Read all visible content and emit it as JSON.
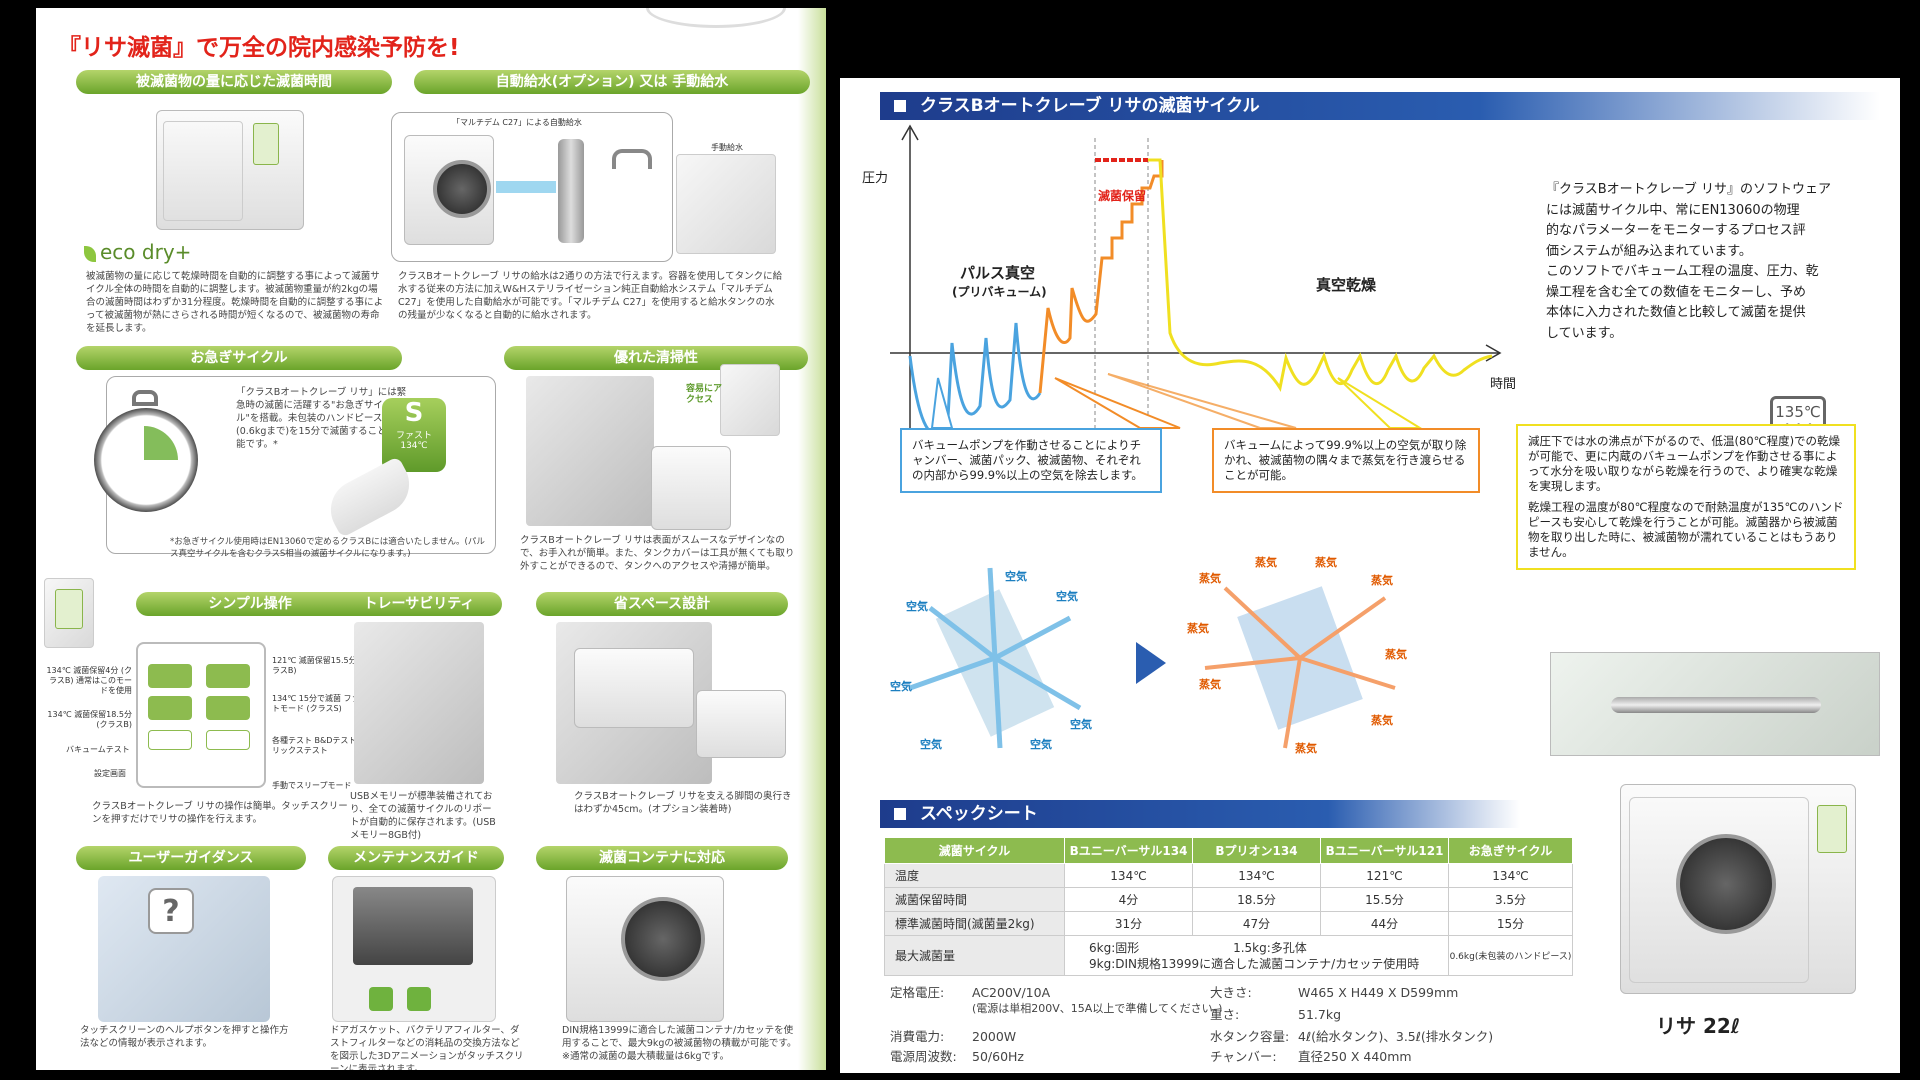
{
  "left_page": {
    "headline": "『リサ滅菌』で万全の院内感染予防を!",
    "sections": {
      "drying_time": {
        "title": "被滅菌物の量に応じた滅菌時間",
        "logo": "eco dry+",
        "text": "被滅菌物の量に応じて乾燥時間を自動的に調整する事によって滅菌サイクル全体の時間を自動的に調整します。被滅菌物重量が約2kgの場合の滅菌時間はわずか31分程度。乾燥時間を自動的に調整する事によって被滅菌物が熱にさらされる時間が短くなるので、被滅菌物の寿命を延長します。"
      },
      "water_supply": {
        "title": "自動給水(オプション) 又は 手動給水",
        "auto_caption": "「マルチデム C27」による自動給水",
        "manual_caption": "手動給水",
        "text": "クラスBオートクレーブ リサの給水は2通りの方法で行えます。容器を使用してタンクに給水する従来の方法に加えW&Hステリライゼーション純正自動給水システム「マルチデム C27」を使用した自動給水が可能です。「マルチデム C27」を使用すると給水タンクの水の残量が少なくなると自動的に給水されます。"
      },
      "quick_cycle": {
        "title": "お急ぎサイクル",
        "text": "「クラスBオートクレーブ リサ」には緊急時の滅菌に活躍する\"お急ぎサイクル\"を搭載。未包装のハンドピース等(0.6kgまで)を15分で滅菌することが可能です。*",
        "button_letter": "S",
        "button_label": "ファスト",
        "button_temp": "134℃",
        "note": "*お急ぎサイクル使用時はEN13060で定めるクラスBには適合いたしません。(パルス真空サイクルを含むクラスS相当の滅菌サイクルになります。)"
      },
      "cleanliness": {
        "title": "優れた清掃性",
        "arrow_label": "容易にアクセス",
        "text": "クラスBオートクレーブ リサは表面がスムースなデザインなので、お手入れが簡単。また、タンクカバーは工具が無くても取り外すことができるので、タンクへのアクセスや清掃が簡単。"
      },
      "simple_operation": {
        "title": "シンプル操作",
        "labels": [
          "134℃ 滅菌保留4分 (クラスB) 通常はこのモードを使用",
          "121℃ 滅菌保留15.5分 (クラスB)",
          "134℃ 滅菌保留18.5分 (クラスB)",
          "134℃ 15分で滅菌 ファストモード (クラスS)",
          "バキュームテスト",
          "各種テスト B&Dテスト ヘリックステスト",
          "設定画面",
          "手動でスリープモード"
        ],
        "text": "クラスBオートクレーブ リサの操作は簡単。タッチスクリーンを押すだけでリサの操作を行えます。"
      },
      "traceability": {
        "title": "トレーサビリティ",
        "text": "USBメモリーが標準装備されており、全ての滅菌サイクルのリポートが自動的に保存されます。(USBメモリー8GB付)"
      },
      "space_saving": {
        "title": "省スペース設計",
        "text": "クラスBオートクレーブ リサを支える脚間の奥行きはわずか45cm。(オプション装着時)"
      },
      "user_guidance": {
        "title": "ユーザーガイダンス",
        "text": "タッチスクリーンのヘルプボタンを押すと操作方法などの情報が表示されます。"
      },
      "maintenance": {
        "title": "メンテナンスガイド",
        "text": "ドアガスケット、バクテリアフィルター、ダストフィルターなどの消耗品の交換方法などを図示した3Dアニメーションがタッチスクリーンに表示されます。"
      },
      "container": {
        "title": "滅菌コンテナに対応",
        "text": "DIN規格13999に適合した滅菌コンテナ/カセッテを使用することで、最大9kgの被滅菌物の積載が可能です。※通常の滅菌の最大積載量は6kgです。"
      }
    }
  },
  "right_page": {
    "cycle_title": "クラスBオートクレーブ リサの滅菌サイクル",
    "graph": {
      "y_label": "圧力",
      "x_label": "時間",
      "hold_label": "滅菌保留",
      "pulse_label": "パルス真空",
      "pulse_sub": "(プリバキューム)",
      "dry_label": "真空乾燥"
    },
    "description": [
      "『クラスBオートクレーブ リサ』のソフトウェア",
      "には滅菌サイクル中、常にEN13060の物理",
      "的なパラメーターをモニターするプロセス評",
      "価システムが組み込まれています。",
      "このソフトでバキューム工程の温度、圧力、乾",
      "燥工程を含む全ての数値をモニターし、予め",
      "本体に入力された数値と比較して滅菌を提供",
      "しています。"
    ],
    "temp_icon": "135℃",
    "box_vacuum": "バキュームポンプを作動させることによりチャンバー、滅菌パック、被滅菌物、それぞれの内部から99.9%以上の空気を除去します。",
    "box_steam": "バキュームによって99.9%以上の空気が取り除かれ、被滅菌物の隅々まで蒸気を行き渡らせることが可能。",
    "box_dry_1": "減圧下では水の沸点が下がるので、低温(80℃程度)での乾燥が可能で、更に内蔵のバキュームポンプを作動させる事によって水分を吸い取りながら乾燥を行うので、より確実な乾燥を実現します。",
    "box_dry_2": "乾燥工程の温度が80℃程度なので耐熱温度が135℃のハンドピースも安心して乾燥を行うことが可能。滅菌器から被滅菌物を取り出した時に、被滅菌物が濡れていることはもうありません。",
    "air_label": "空気",
    "steam_label": "蒸気",
    "spec_title": "スペックシート",
    "spec_table": {
      "headers": [
        "滅菌サイクル",
        "Bユニーバーサル134",
        "Bプリオン134",
        "Bユニーバーサル121",
        "お急ぎサイクル"
      ],
      "rows": [
        [
          "温度",
          "134℃",
          "134℃",
          "121℃",
          "134℃"
        ],
        [
          "滅菌保留時間",
          "4分",
          "18.5分",
          "15.5分",
          "3.5分"
        ],
        [
          "標準滅菌時間(滅菌量2kg)",
          "31分",
          "47分",
          "44分",
          "15分"
        ]
      ],
      "max_load_label": "最大滅菌量",
      "max_load_line1a": "6kg:固形",
      "max_load_line1b": "1.5kg:多孔体",
      "max_load_line2": "9kg:DIN規格13999に適合した滅菌コンテナ/カセッテ使用時",
      "max_load_quick": "0.6kg(未包装のハンドピース)"
    },
    "specs": {
      "voltage_label": "定格電圧:",
      "voltage": "AC200V/10A",
      "voltage_note": "(電源は単相200V、15A以上で準備してください。)",
      "power_label": "消費電力:",
      "power": "2000W",
      "freq_label": "電源周波数:",
      "freq": "50/60Hz",
      "size_label": "大きさ:",
      "size": "W465 X H449 X D599mm",
      "weight_label": "重さ:",
      "weight": "51.7kg",
      "tank_label": "水タンク容量:",
      "tank": "4ℓ(給水タンク)、3.5ℓ(排水タンク)",
      "chamber_label": "チャンバー:",
      "chamber": "直径250 X 440mm"
    },
    "product_name": "リサ 22ℓ"
  },
  "colors": {
    "green": "#7cb342",
    "red": "#e2231a",
    "blue_band": "#1e3c8c",
    "vacuum_blue": "#4aa3df",
    "steam_orange": "#f28c28",
    "dry_yellow": "#f0e020"
  }
}
